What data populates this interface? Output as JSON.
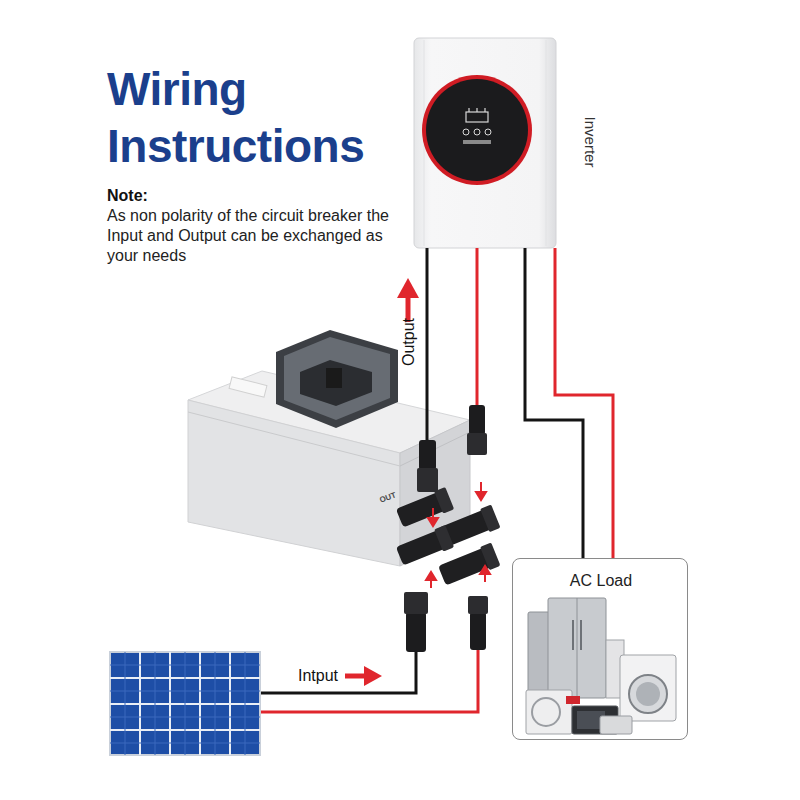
{
  "diagram": {
    "title": "Wiring Instructions",
    "nodes": [
      {
        "text": [
          "Inverter"
        ]
      },
      {
        "text": [
          "OUT"
        ]
      },
      {
        "text": [
          "AC Load"
        ]
      }
    ],
    "edges": [
      {
        "from": 1,
        "to": 0,
        "label": "Output",
        "arrow": "none"
      },
      {
        "from": 0,
        "to": 2,
        "arrow": "none"
      }
    ],
    "labels": [
      "Note:",
      "As non polarity of the circuit breaker the Input and Output can be exchanged as your needs",
      "Intput"
    ]
  }
}
